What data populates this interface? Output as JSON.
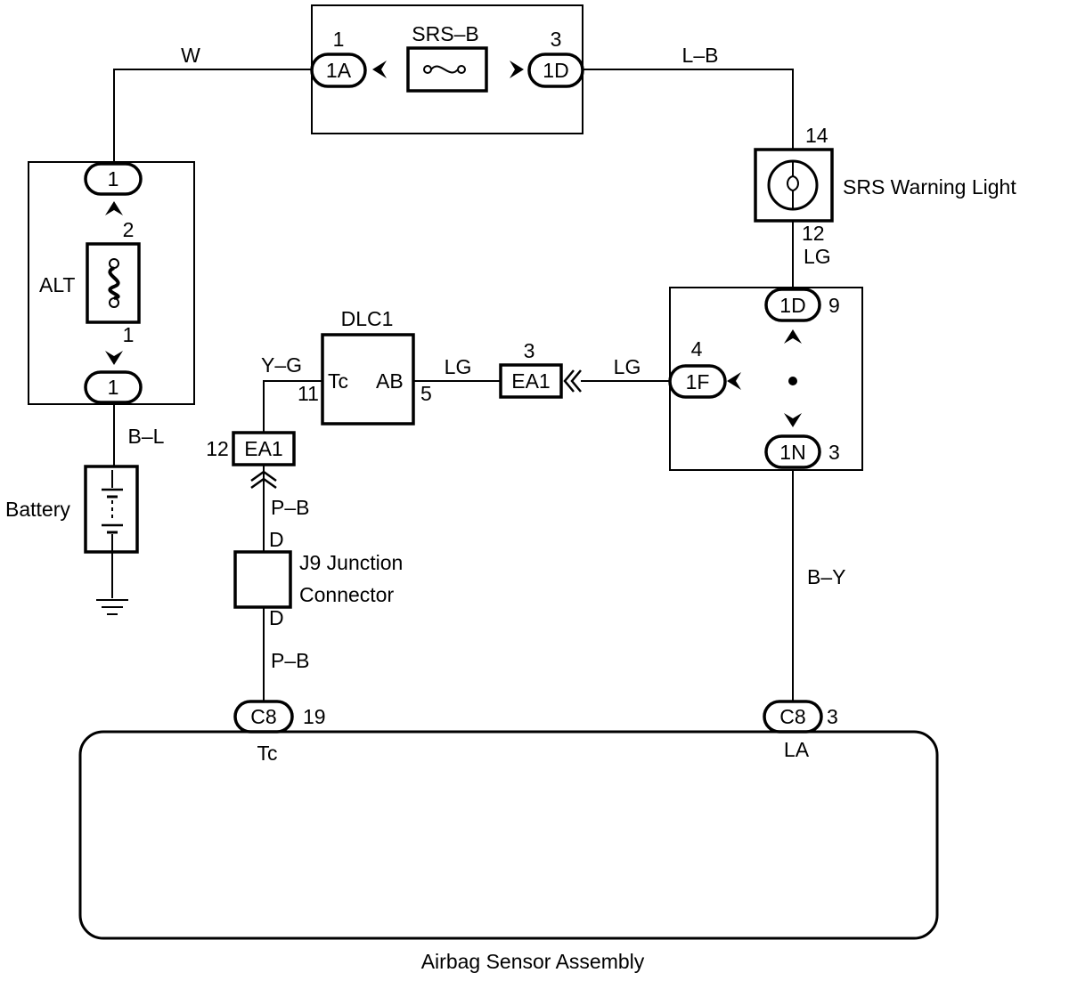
{
  "wires": {
    "w": "W",
    "lb": "L–B",
    "bl": "B–L",
    "yg": "Y–G",
    "lg_dlc": "LG",
    "lg_junction": "LG",
    "lg_light": "LG",
    "pb_top": "P–B",
    "pb_bottom": "P–B",
    "by": "B–Y"
  },
  "fuse_block": {
    "fuse_label": "SRS–B",
    "left_connector": "1A",
    "left_pin": "1",
    "right_connector": "1D",
    "right_pin": "3"
  },
  "alt_block": {
    "label": "ALT",
    "top_connector": "1",
    "top_pin": "2",
    "bottom_connector": "1",
    "bottom_pin": "1"
  },
  "battery": {
    "label": "Battery"
  },
  "warning_light": {
    "label": "SRS Warning Light",
    "pin_top": "14",
    "pin_bottom": "12"
  },
  "junction_block": {
    "top_connector": "1D",
    "top_pin": "9",
    "left_connector": "1F",
    "left_pin": "4",
    "bottom_connector": "1N",
    "bottom_pin": "3"
  },
  "dlc": {
    "title": "DLC1",
    "tc": "Tc",
    "ab": "AB",
    "tc_pin": "11",
    "ab_pin": "5"
  },
  "ea1_right": {
    "label": "EA1",
    "pin": "3"
  },
  "ea1_left": {
    "label": "EA1",
    "pin": "12"
  },
  "j9": {
    "line1": "J9 Junction",
    "line2": "Connector",
    "pin_top": "D",
    "pin_bottom": "D"
  },
  "airbag": {
    "label": "Airbag Sensor Assembly",
    "left_connector": "C8",
    "left_pin": "19",
    "left_terminal": "Tc",
    "right_connector": "C8",
    "right_pin": "3",
    "right_terminal": "LA"
  }
}
